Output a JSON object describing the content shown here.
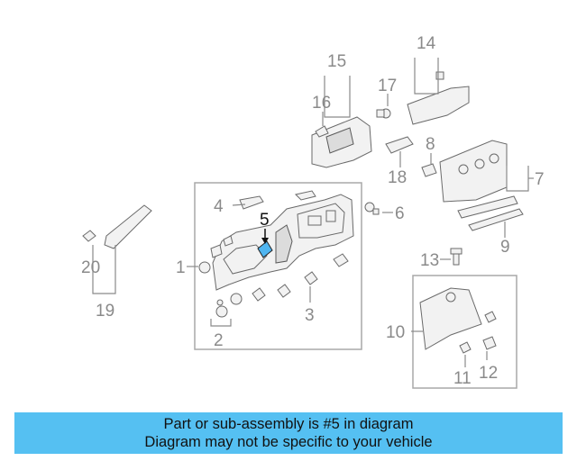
{
  "highlight_color": "#4fb5f0",
  "banner": {
    "background": "#55c0f2",
    "line1": "Part or sub-assembly is #5 in diagram",
    "line2": "Diagram may not be specific to your vehicle"
  },
  "callouts": {
    "c1": "1",
    "c2": "2",
    "c3": "3",
    "c4": "4",
    "c5": "5",
    "c6": "6",
    "c7": "7",
    "c8": "8",
    "c9": "9",
    "c10": "10",
    "c11": "11",
    "c12": "12",
    "c13": "13",
    "c14": "14",
    "c15": "15",
    "c16": "16",
    "c17": "17",
    "c18": "18",
    "c19": "19",
    "c20": "20"
  },
  "highlighted_part": "5"
}
